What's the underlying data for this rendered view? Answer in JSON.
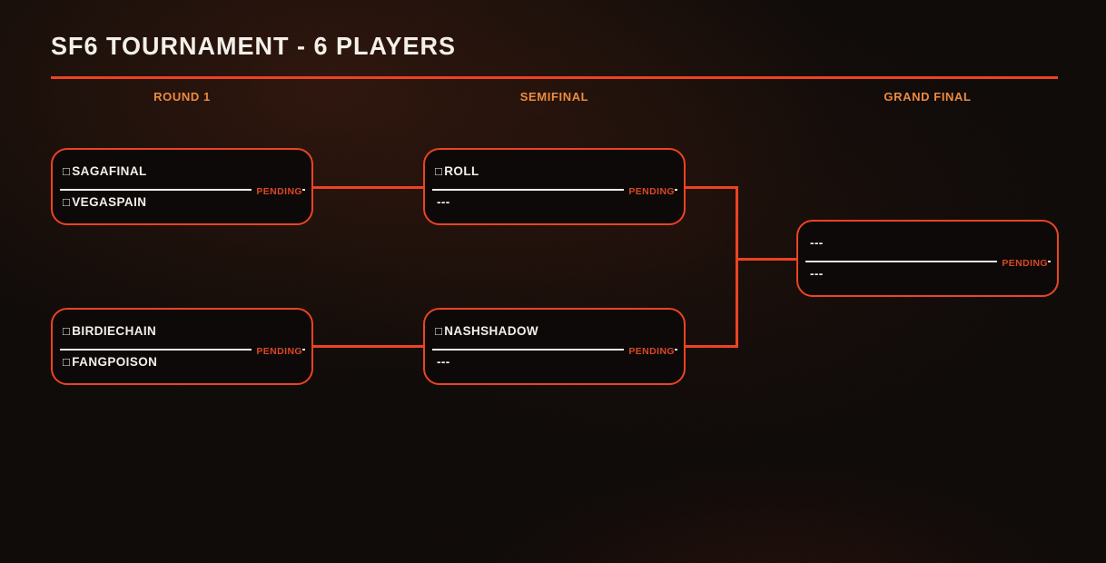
{
  "page": {
    "title": "SF6 TOURNAMENT - 6 PLAYERS"
  },
  "colors": {
    "accent": "#ec4323",
    "header": "#ee8a3e",
    "pending": "#d84827",
    "divider": "#f2ece4",
    "text": "#f3efe9",
    "cardbg": "#0d0908",
    "background": "#0b0807"
  },
  "columns": [
    {
      "label": "ROUND 1"
    },
    {
      "label": "SEMIFINAL"
    },
    {
      "label": "GRAND FINAL"
    }
  ],
  "matches": [
    {
      "round": "ROUND 1",
      "status": "PENDING",
      "players": [
        {
          "icon": "□",
          "name": "SAGAFINAL"
        },
        {
          "icon": "□",
          "name": "VEGASPAIN"
        }
      ]
    },
    {
      "round": "ROUND 1",
      "status": "PENDING",
      "players": [
        {
          "icon": "□",
          "name": "BIRDIECHAIN"
        },
        {
          "icon": "□",
          "name": "FANGPOISON"
        }
      ]
    },
    {
      "round": "SEMIFINAL",
      "status": "PENDING",
      "players": [
        {
          "icon": "□",
          "name": "ROLL"
        },
        {
          "icon": "",
          "name": "---"
        }
      ]
    },
    {
      "round": "SEMIFINAL",
      "status": "PENDING",
      "players": [
        {
          "icon": "□",
          "name": "NASHSHADOW"
        },
        {
          "icon": "",
          "name": "---"
        }
      ]
    },
    {
      "round": "GRAND FINAL",
      "status": "PENDING",
      "players": [
        {
          "icon": "",
          "name": "---"
        },
        {
          "icon": "",
          "name": "---"
        }
      ]
    }
  ]
}
